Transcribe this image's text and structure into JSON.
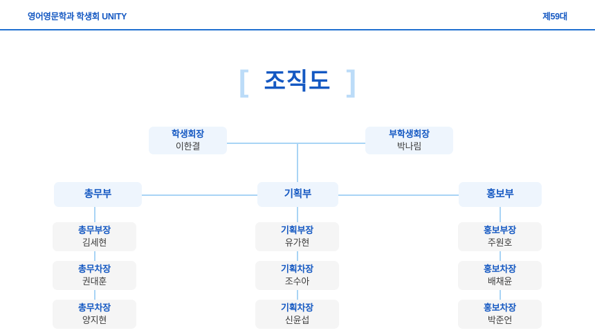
{
  "header": {
    "org_name": "영어영문학과 학생회 UNITY",
    "term": "제59대"
  },
  "title": {
    "bracket_left": "[",
    "text": "조직도",
    "bracket_right": "]"
  },
  "colors": {
    "accent_blue": "#1458c2",
    "line_blue": "#a8d4f5",
    "box_blue": "#eef5fd",
    "box_gray": "#f5f5f5",
    "bracket_blue": "#bcdcf8",
    "name_gray": "#3b3b3b"
  },
  "chart_data": {
    "type": "org-chart",
    "title": "조직도",
    "leadership": [
      {
        "role": "학생회장",
        "name": "이한결"
      },
      {
        "role": "부학생회장",
        "name": "박나림"
      }
    ],
    "departments": [
      {
        "name": "총무부",
        "members": [
          {
            "role": "총무부장",
            "name": "김세현"
          },
          {
            "role": "총무차장",
            "name": "권대훈"
          },
          {
            "role": "총무차장",
            "name": "양지현"
          }
        ]
      },
      {
        "name": "기획부",
        "members": [
          {
            "role": "기획부장",
            "name": "유가현"
          },
          {
            "role": "기획차장",
            "name": "조수아"
          },
          {
            "role": "기획차장",
            "name": "신윤섭"
          }
        ]
      },
      {
        "name": "홍보부",
        "members": [
          {
            "role": "홍보부장",
            "name": "주원호"
          },
          {
            "role": "홍보차장",
            "name": "배채윤"
          },
          {
            "role": "홍보차장",
            "name": "박준언"
          }
        ]
      }
    ]
  }
}
